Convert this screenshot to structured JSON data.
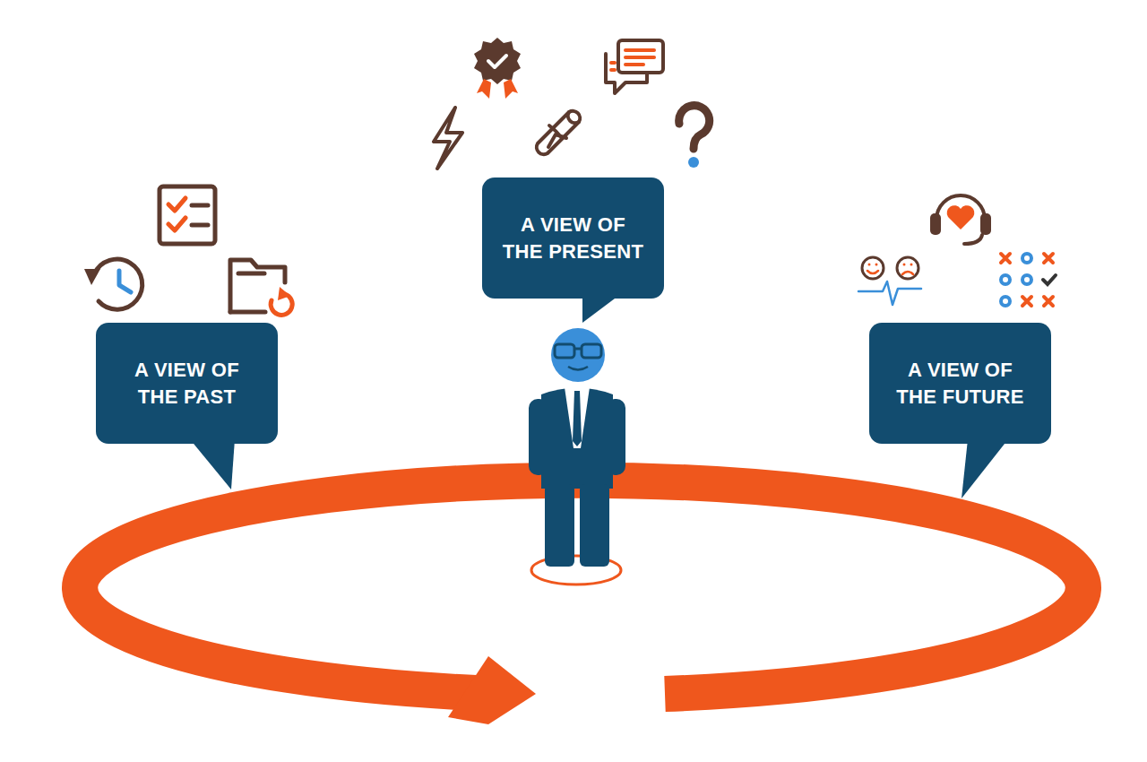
{
  "diagram": {
    "nodes": [
      {
        "text": [
          "A VIEW OF THE PAST"
        ]
      },
      {
        "text": [
          "A VIEW OF THE PRESENT"
        ]
      },
      {
        "text": [
          "A VIEW OF THE FUTURE"
        ]
      }
    ]
  }
}
